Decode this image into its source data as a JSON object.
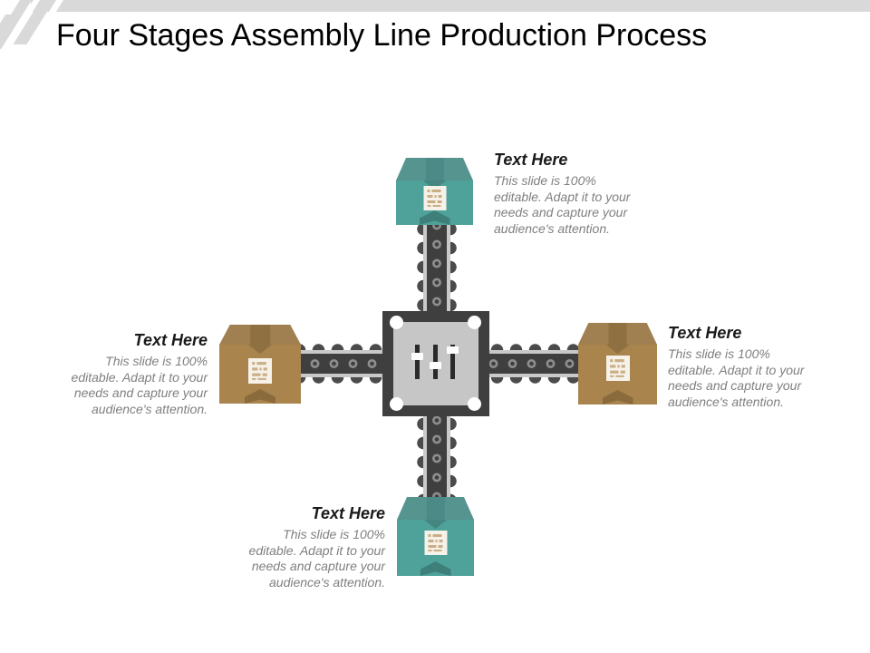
{
  "slide": {
    "title": "Four Stages Assembly Line Production Process"
  },
  "stages": [
    {
      "position": "top",
      "heading": "Text Here",
      "description": "This slide is 100%\neditable. Adapt it to your\nneeds and capture your\naudience's attention."
    },
    {
      "position": "right",
      "heading": "Text Here",
      "description": "This slide is 100%\neditable. Adapt it to your\nneeds and capture your\naudience's attention."
    },
    {
      "position": "left",
      "heading": "Text Here",
      "description": "This slide is 100%\neditable. Adapt it to your\nneeds and capture your\naudience's attention."
    },
    {
      "position": "bottom",
      "heading": "Text Here",
      "description": "This slide is 100%\neditable. Adapt it to your\nneeds and capture your\naudience's attention."
    }
  ],
  "diagram": {
    "icons": {
      "machine": "control-sliders-icon",
      "machine_corners": "screw-icon",
      "package": "shipping-label-icon",
      "connector": "conveyor-belt"
    },
    "colors": {
      "accent_bar": "#D9D9D9",
      "belt_dark": "#3F3F3F",
      "belt_rail": "#C9C9C9",
      "machine_frame": "#3F3F3F",
      "machine_panel": "#C6C6C6",
      "teal_box_front": "#4EA29A",
      "teal_box_lid": "#569490",
      "brown_box_front": "#A9844C",
      "brown_box_lid": "#A08050",
      "label_background": "#F6F2EA",
      "label_text_marks": "#C9AE85",
      "heading_text": "#1A1A1A",
      "body_text": "#7F7F7F"
    }
  }
}
